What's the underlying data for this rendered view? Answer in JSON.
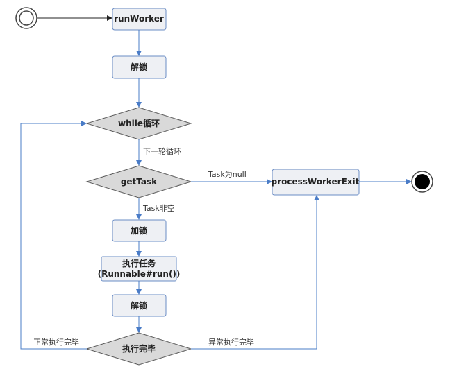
{
  "nodes": {
    "run_worker": "runWorker",
    "unlock_1": "解锁",
    "while_loop": "while循环",
    "get_task": "getTask",
    "lock": "加锁",
    "execute_task_line1": "执行任务",
    "execute_task_line2": "(Runnable#run())",
    "unlock_2": "解锁",
    "execute_done": "执行完毕",
    "process_worker_exit": "processWorkerExit"
  },
  "edge_labels": {
    "next_loop": "下一轮循环",
    "task_null": "Task为null",
    "task_not_empty": "Task非空",
    "normal_done": "正常执行完毕",
    "abnormal_done": "异常执行完毕"
  },
  "colors": {
    "arrow": "#4a7cc7",
    "box_fill": "#eef0f4",
    "box_stroke": "#6a8cc4",
    "diamond_fill": "#d9d9d9",
    "diamond_stroke": "#555555"
  }
}
